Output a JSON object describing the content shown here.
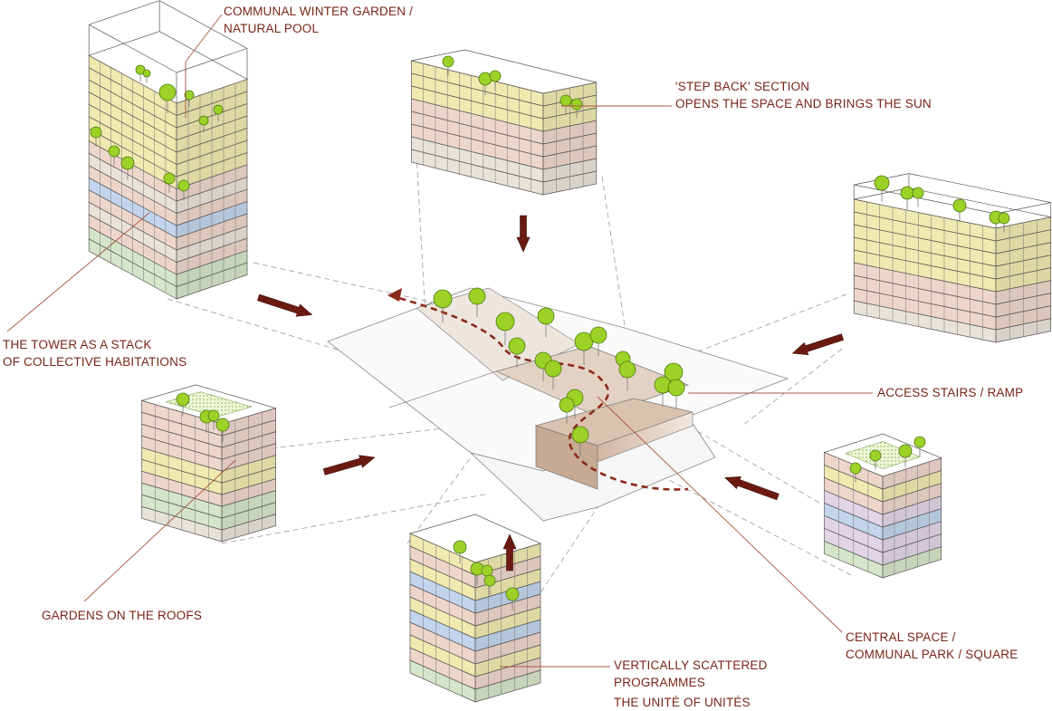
{
  "labels": {
    "winter_garden": [
      "COMMUNAL WINTER GARDEN /",
      "NATURAL POOL"
    ],
    "step_back": [
      "'STEP BACK' SECTION",
      "OPENS THE SPACE AND BRINGS THE SUN"
    ],
    "tower_stack": [
      "THE TOWER AS A STACK",
      "OF COLLECTIVE HABITATIONS"
    ],
    "access_stairs": [
      "ACCESS STAIRS / RAMP"
    ],
    "gardens_roofs": [
      "GARDENS ON THE ROOFS"
    ],
    "central_space": [
      "CENTRAL SPACE /",
      "COMMUNAL PARK / SQUARE"
    ],
    "scattered": [
      "VERTICALLY SCATTERED",
      "PROGRAMMES",
      "THE UNITÉ OF UNITÉS"
    ]
  },
  "colors": {
    "label_text": "#7a2416",
    "leader_line": "#a8573f",
    "arrow_fill": "#6b1a12",
    "path_dash": "#8a2a1a",
    "tree_green": "#9cd227",
    "tree_stroke": "#4d7a10",
    "tower_yellow": "#f7f0b5",
    "tower_pink": "#f5dcd0",
    "tower_blue": "#c8dcf4",
    "tower_green": "#dceccf",
    "tower_lilac": "#e8dcec",
    "tower_cream": "#efeae0",
    "ground_sand": "#d9c2ae"
  }
}
